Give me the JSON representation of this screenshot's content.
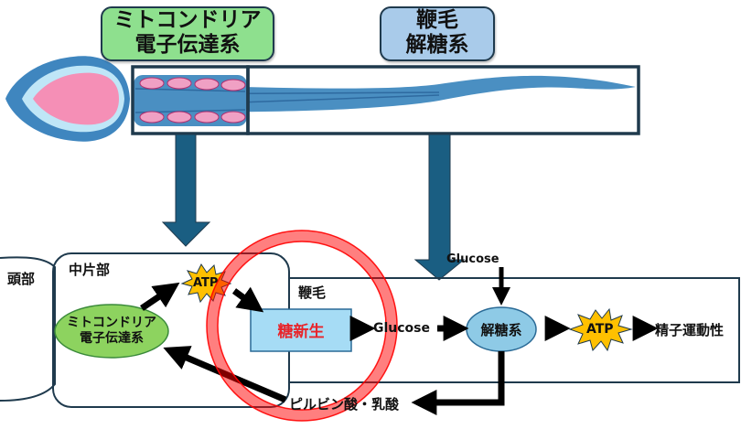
{
  "top_labels": {
    "midpiece_box": {
      "line1": "ミトコンドリア",
      "line2": "電子伝達系",
      "color": "#8ee08e"
    },
    "flagellum_box": {
      "line1": "鞭毛",
      "line2": "解糖系",
      "color": "#a9cbea"
    }
  },
  "regions": {
    "head": "頭部",
    "midpiece": "中片部",
    "flagellum": "鞭毛"
  },
  "nodes": {
    "mito_etc": {
      "line1": "ミトコンドリア",
      "line2": "電子伝達系",
      "color": "#8dd35f"
    },
    "atp_midpiece": "ATP",
    "gluconeogenesis": {
      "label": "糖新生",
      "text_color": "#e8242a",
      "color": "#a6dcf5"
    },
    "glucose_from_gng": "Glucose",
    "glucose_input": "Glucose",
    "glycolysis": {
      "label": "解糖系",
      "color": "#8ecae6"
    },
    "atp_flagellum": "ATP",
    "sperm_motility": "精子運動性",
    "pyruvate_lactate": "ピルビン酸・乳酸"
  },
  "colors": {
    "sperm_body": "#4a8fc2",
    "head_pink": "#f58fb6",
    "arrow_dark_blue": "#1a5e82",
    "outline": "#1f3a4d",
    "atp_burst": "#ffc000",
    "highlight_circle": "#ff0000"
  }
}
